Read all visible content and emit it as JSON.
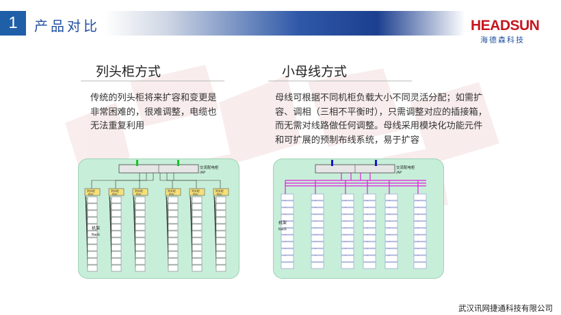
{
  "header": {
    "number": "1",
    "title": "产品对比"
  },
  "logo": {
    "brand": "HEADSUN",
    "cn_name": "海德森科技"
  },
  "left": {
    "title": "列头柜方式",
    "description": [
      "传统的列头柜将来扩容和变更是",
      "非常困难的，很难调整，电缆也",
      "无法重复利用"
    ],
    "diagram": {
      "source_label": "交流配电柜",
      "source_sub": "/AP",
      "pdu_label": "列头柜",
      "pdu_sub": "PDU",
      "rack_label": "机架",
      "rack_sub": "Rack",
      "accent": "#16c42a"
    }
  },
  "right": {
    "title": "小母线方式",
    "description": [
      "母线可根据不同机柜负载大小不同灵活分配；如需扩",
      "容、调相（三相不平衡时），只需调整对应的插接箱，",
      "而无需对线路做任何调整。母线采用模块化功能元件",
      "和可扩展的预制布线系统，易于扩容"
    ],
    "diagram": {
      "source_label": "交流配电柜",
      "source_sub": "/AP",
      "rack_label": "机架",
      "rack_sub": "Rack",
      "accent": "#1414c8",
      "busbar_color": "#e21ce0"
    }
  },
  "footer": "武汉讯网捷通科技有限公司"
}
